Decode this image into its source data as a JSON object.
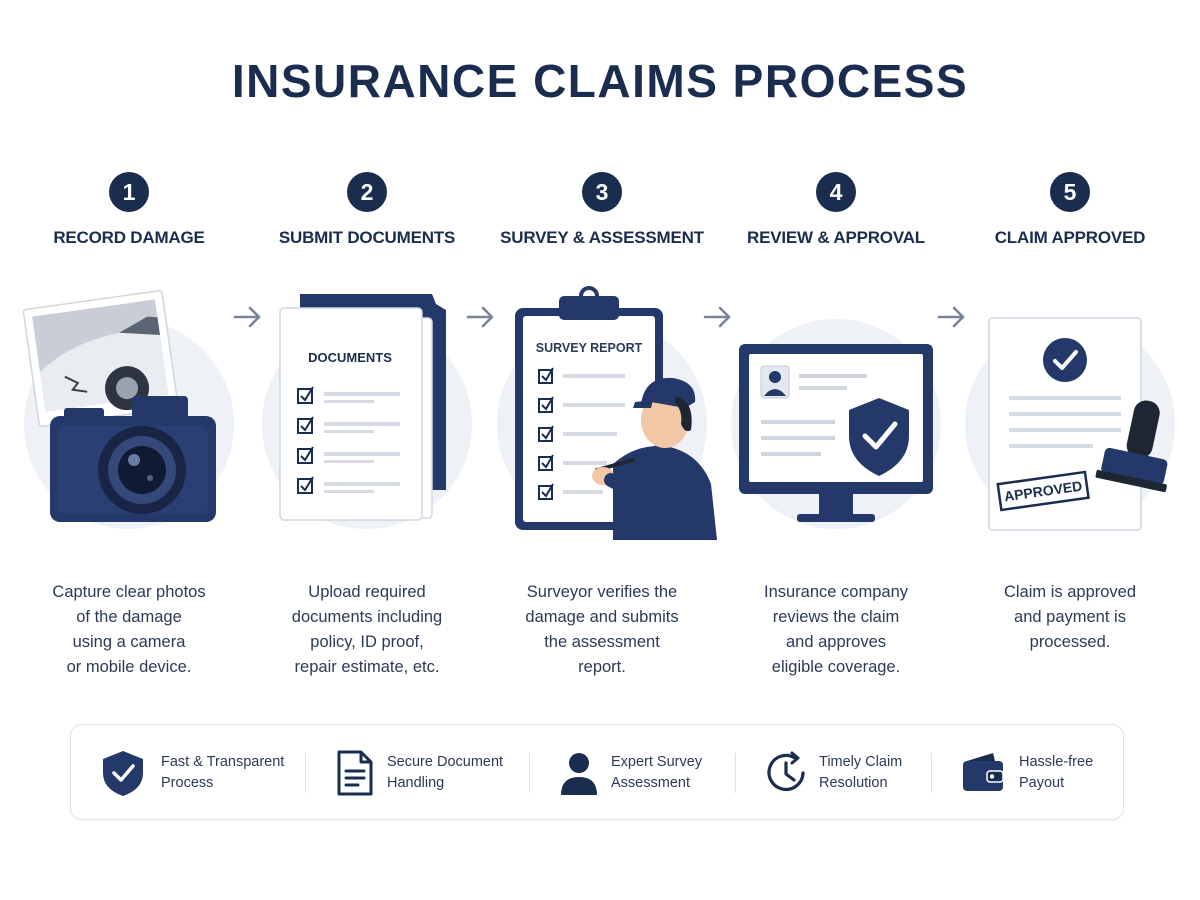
{
  "title": "INSURANCE CLAIMS PROCESS",
  "colors": {
    "navy": "#1b2d4f",
    "accent": "#24386a",
    "bg_circle": "#eef1f6"
  },
  "steps": [
    {
      "number": "1",
      "title": "RECORD DAMAGE",
      "icon": "camera-photo-icon",
      "description": [
        "Capture clear photos",
        "of the damage",
        "using a camera",
        "or mobile device."
      ]
    },
    {
      "number": "2",
      "title": "SUBMIT DOCUMENTS",
      "icon": "documents-checklist-icon",
      "doc_label": "DOCUMENTS",
      "description": [
        "Upload required",
        "documents including",
        "policy, ID proof,",
        "repair estimate, etc."
      ]
    },
    {
      "number": "3",
      "title": "SURVEY & ASSESSMENT",
      "icon": "clipboard-surveyor-icon",
      "doc_label": "SURVEY REPORT",
      "description": [
        "Surveyor verifies the",
        "damage and submits",
        "the assessment",
        "report."
      ]
    },
    {
      "number": "4",
      "title": "REVIEW & APPROVAL",
      "icon": "monitor-shield-icon",
      "description": [
        "Insurance company",
        "reviews the claim",
        "and approves",
        "eligible coverage."
      ]
    },
    {
      "number": "5",
      "title": "CLAIM APPROVED",
      "icon": "approved-stamp-icon",
      "stamp_label": "APPROVED",
      "description": [
        "Claim is approved",
        "and payment is",
        "processed."
      ]
    }
  ],
  "features": [
    {
      "icon": "shield-check-icon",
      "lines": [
        "Fast & Transparent",
        "Process"
      ]
    },
    {
      "icon": "document-icon",
      "lines": [
        "Secure Document",
        "Handling"
      ]
    },
    {
      "icon": "user-icon",
      "lines": [
        "Expert Survey",
        "Assessment"
      ]
    },
    {
      "icon": "clock-icon",
      "lines": [
        "Timely Claim",
        "Resolution"
      ]
    },
    {
      "icon": "wallet-icon",
      "lines": [
        "Hassle-free",
        "Payout"
      ]
    }
  ]
}
